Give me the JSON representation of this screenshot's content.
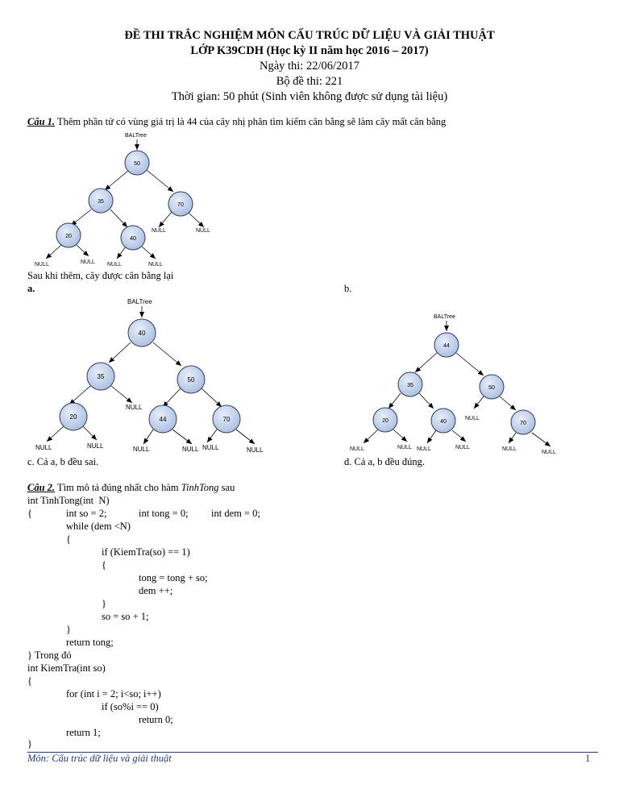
{
  "header": {
    "title": "ĐỀ THI TRẮC NGHIỆM MÔN CẤU TRÚC DỮ LIỆU VÀ GIẢI THUẬT",
    "class": "LỚP K39CDH (Học kỳ II năm học 2016 – 2017)",
    "date": "Ngày thi: 22/06/2017",
    "set": "Bộ đề thi: 221",
    "time": "Thời gian: 50 phút (Sinh viên không được sử dụng tài liệu)"
  },
  "q1": {
    "label": "Câu 1.",
    "text": " Thêm phần tử có vùng giá trị là 44 của cây nhị phân tìm kiếm cân bằng sẽ làm cây mất cân bằng",
    "after": "Sau khi thêm, cây được cân bằng lại",
    "opt_a": "a.",
    "opt_b": "b.",
    "opt_c": "c. Cả a, b đều sai.",
    "opt_d": "d. Cả a, b đều đúng.",
    "root_label": "BALTree",
    "null_label": "NULL",
    "tree_original": [
      "50",
      "35",
      "70",
      "20",
      "40"
    ],
    "tree_a": [
      "40",
      "35",
      "50",
      "20",
      "44",
      "70"
    ],
    "tree_b": [
      "44",
      "35",
      "50",
      "20",
      "40",
      "70"
    ]
  },
  "q2": {
    "label": "Câu 2.",
    "text_pre": " Tìm mô tả đúng nhất cho hàm ",
    "func": "TinhTong",
    "text_post": " sau",
    "code": [
      "int TinhTong(int  N)",
      "{",
      "int so = 2;",
      "int tong = 0;",
      "int dem = 0;",
      "while (dem <N)",
      "{",
      "if (KiemTra(so) == 1)",
      "{",
      "tong = tong + so;",
      "dem ++;",
      "}",
      "so = so + 1;",
      "}",
      "return tong;",
      "} Trong đó",
      "int KiemTra(int so)",
      "{",
      "for (int i = 2; i<so; i++)",
      "if (so%i == 0)",
      "return 0;",
      "return 1;",
      "}"
    ]
  },
  "footer": {
    "subject": "Môn: Cấu trúc dữ liệu và giải thuật",
    "page": "1"
  }
}
